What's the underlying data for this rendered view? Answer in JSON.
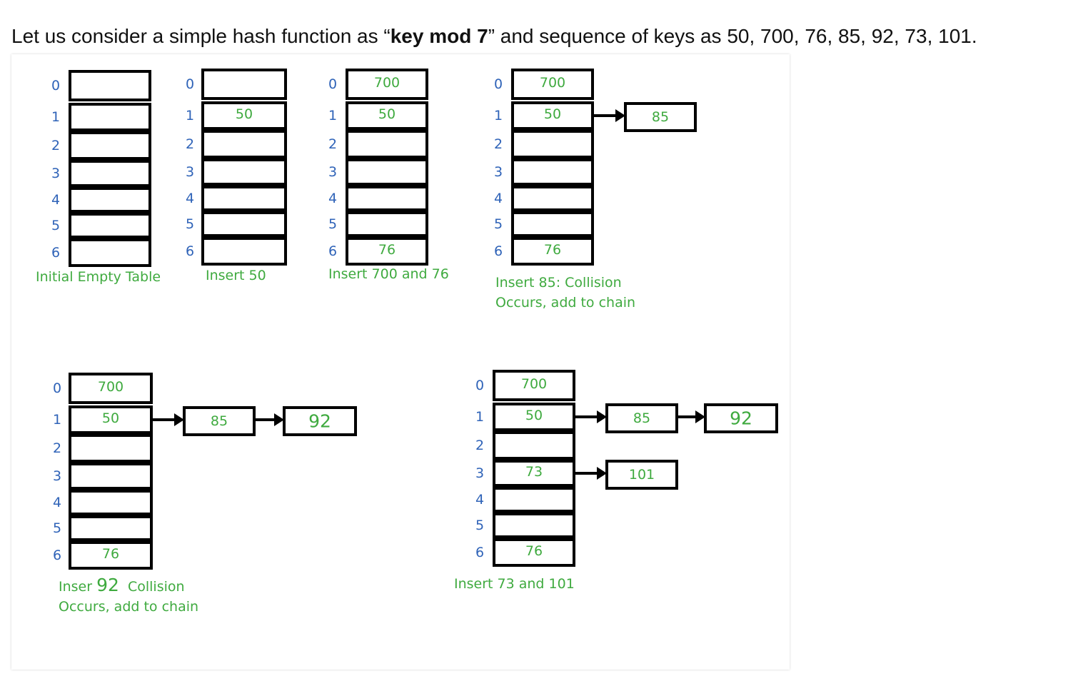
{
  "intro": {
    "prefix": "Let us consider a simple hash function as “",
    "bold": "key mod 7",
    "suffix": "” and sequence of keys as 50, 700, 76, 85, 92, 73, 101."
  },
  "colors": {
    "index": "#2f63b8",
    "value": "#3faa3f",
    "caption": "#3faa3f",
    "line": "#000000"
  },
  "indices": [
    "0",
    "1",
    "2",
    "3",
    "4",
    "5",
    "6"
  ],
  "panels": [
    {
      "id": "initial",
      "cells": [
        "",
        "",
        "",
        "",
        "",
        "",
        ""
      ],
      "chains": [],
      "caption": [
        "Initial Empty Table"
      ]
    },
    {
      "id": "insert-50",
      "cells": [
        "",
        "50",
        "",
        "",
        "",
        "",
        ""
      ],
      "chains": [],
      "caption": [
        "Insert 50"
      ]
    },
    {
      "id": "insert-700-76",
      "cells": [
        "700",
        "50",
        "",
        "",
        "",
        "",
        "76"
      ],
      "chains": [],
      "caption": [
        "Insert 700 and 76"
      ]
    },
    {
      "id": "insert-85",
      "cells": [
        "700",
        "50",
        "",
        "",
        "",
        "",
        "76"
      ],
      "chains": [
        {
          "slot": 1,
          "nodes": [
            "85"
          ]
        }
      ],
      "caption": [
        "Insert 85: Collision",
        "Occurs, add to chain"
      ]
    },
    {
      "id": "insert-92",
      "cells": [
        "700",
        "50",
        "",
        "",
        "",
        "",
        "76"
      ],
      "chains": [
        {
          "slot": 1,
          "nodes": [
            "85",
            "92"
          ]
        }
      ],
      "caption_parts": [
        "Inser ",
        "92",
        "  Collision"
      ],
      "caption": [
        "",
        "Occurs, add to chain"
      ]
    },
    {
      "id": "insert-73-101",
      "cells": [
        "700",
        "50",
        "",
        "73",
        "",
        "",
        "76"
      ],
      "chains": [
        {
          "slot": 1,
          "nodes": [
            "85",
            "92"
          ]
        },
        {
          "slot": 3,
          "nodes": [
            "101"
          ]
        }
      ],
      "caption": [
        "Insert 73 and 101"
      ]
    }
  ]
}
